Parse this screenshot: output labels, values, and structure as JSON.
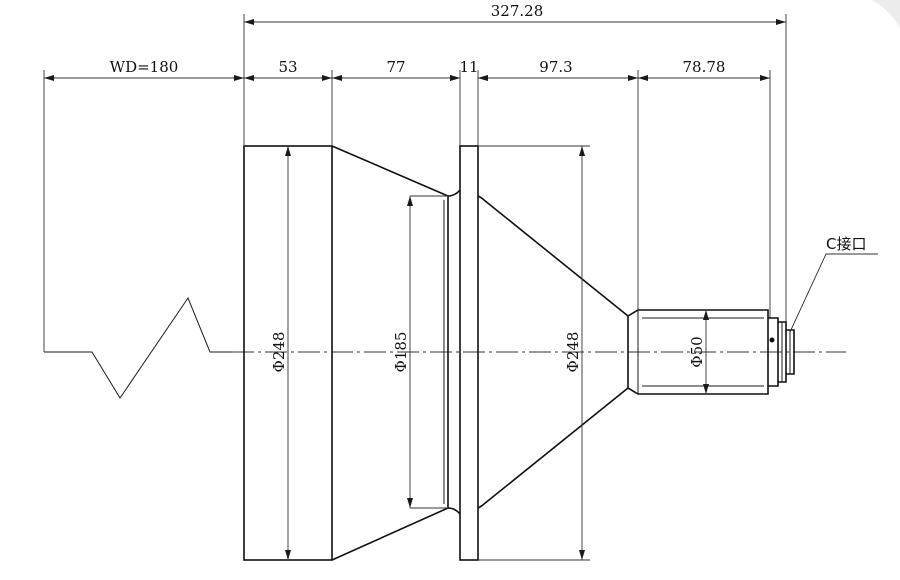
{
  "drawing": {
    "overall_length": "327.28",
    "working_distance": "WD=180",
    "segment_1": "53",
    "segment_2": "77",
    "segment_3": "11",
    "segment_4": "97.3",
    "segment_5": "78.78",
    "diameter_front": "Φ248",
    "diameter_flange": "Φ185",
    "diameter_cone": "Φ248",
    "diameter_barrel": "Φ50",
    "mount_label": "C接口"
  }
}
